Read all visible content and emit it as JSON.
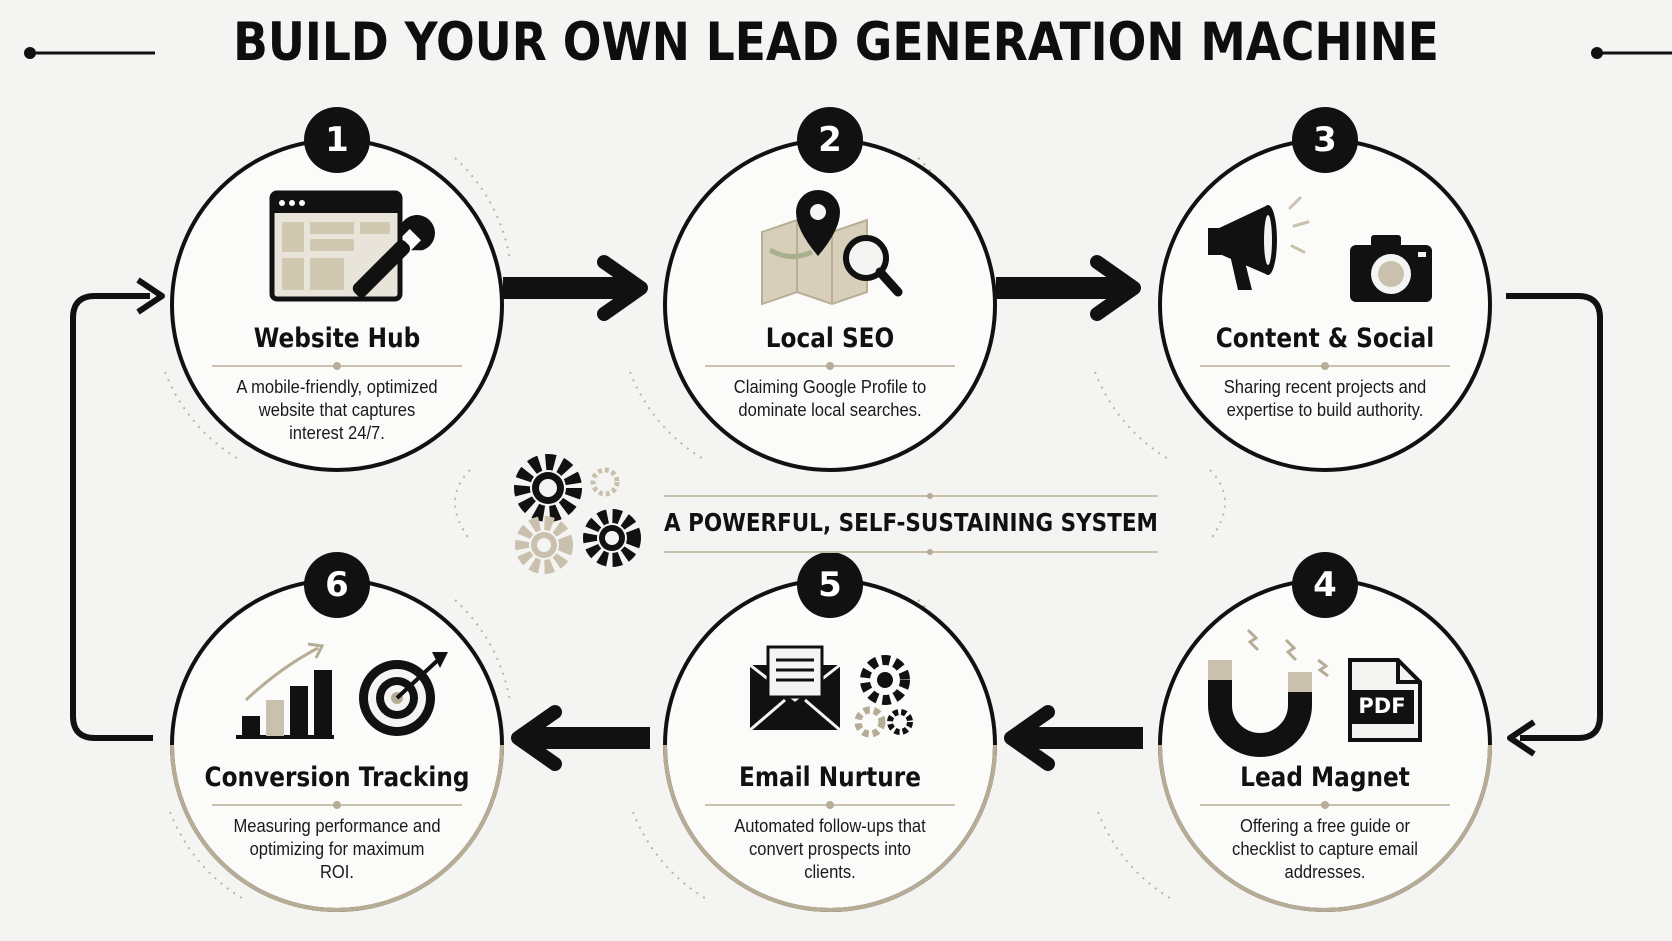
{
  "title": "BUILD YOUR OWN LEAD GENERATION MACHINE",
  "center_label": "A POWERFUL, SELF-SUSTAINING SYSTEM",
  "colors": {
    "ink": "#111111",
    "accent": "#b7ad96",
    "accent_light": "#d9d2bf",
    "background": "#f4f4f2"
  },
  "steps": [
    {
      "number": "1",
      "title": "Website Hub",
      "description": "A mobile-friendly, optimized website that captures interest 24/7.",
      "icon": "browser-wrench-icon"
    },
    {
      "number": "2",
      "title": "Local SEO",
      "description": "Claiming Google Profile to dominate local searches.",
      "icon": "map-pin-magnifier-icon"
    },
    {
      "number": "3",
      "title": "Content & Social",
      "description": "Sharing recent projects and expertise to build authority.",
      "icon": "megaphone-camera-icon"
    },
    {
      "number": "4",
      "title": "Lead Magnet",
      "description": "Offering a free guide or checklist to capture email addresses.",
      "icon": "magnet-pdf-icon",
      "icon_text": "PDF"
    },
    {
      "number": "5",
      "title": "Email Nurture",
      "description": "Automated follow-ups that convert prospects into clients.",
      "icon": "envelope-gears-icon"
    },
    {
      "number": "6",
      "title": "Conversion Tracking",
      "description": "Measuring performance and optimizing for maximum ROI.",
      "icon": "chart-target-icon"
    }
  ]
}
